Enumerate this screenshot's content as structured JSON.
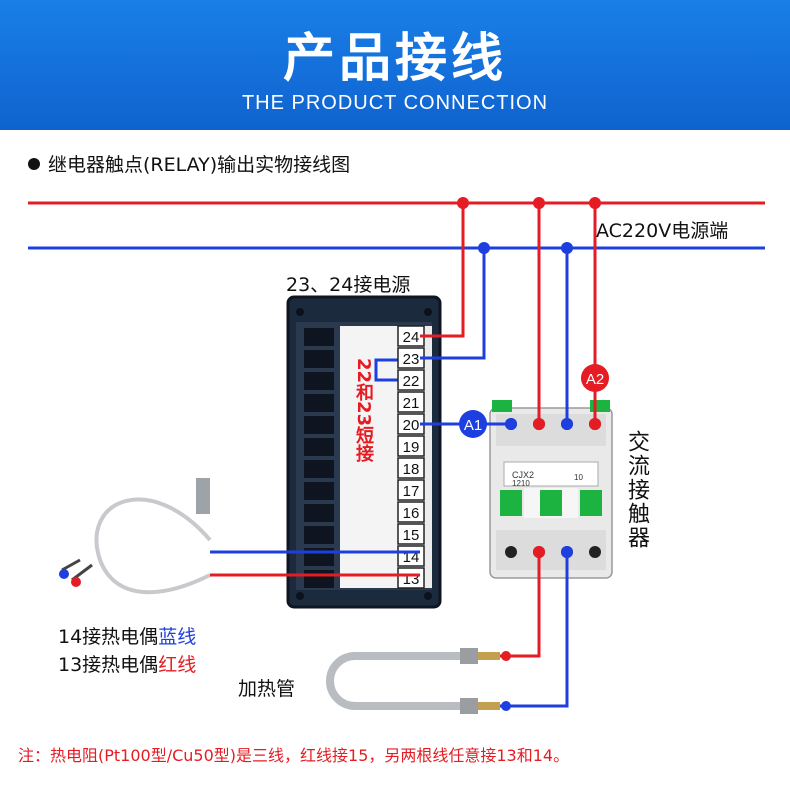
{
  "banner": {
    "title": "产品接线",
    "subtitle": "THE PRODUCT CONNECTION"
  },
  "heading": "继电器触点(RELAY)输出实物接线图",
  "power_label": "AC220V电源端",
  "power_note": "23、24接电源",
  "short_note": "22和23短接",
  "terminals": [
    "24",
    "23",
    "22",
    "21",
    "20",
    "19",
    "18",
    "17",
    "16",
    "15",
    "14",
    "13"
  ],
  "badges": {
    "a1": "A1",
    "a2": "A2"
  },
  "contactor": {
    "label": "交流接触器",
    "model": "CJX2",
    "rating": "1210",
    "no": "10"
  },
  "thermocouple": {
    "line1_prefix": "14接热电偶",
    "line1_color": "蓝线",
    "line2_prefix": "13接热电偶",
    "line2_color": "红线"
  },
  "heater_label": "加热管",
  "footnote": "注：热电阻(Pt100型/Cu50型)是三线，红线接15，另两根线任意接13和14。",
  "colors": {
    "banner": "#1470da",
    "red_wire": "#e51c23",
    "blue_wire": "#1e3fe0",
    "green": "#1db341"
  }
}
